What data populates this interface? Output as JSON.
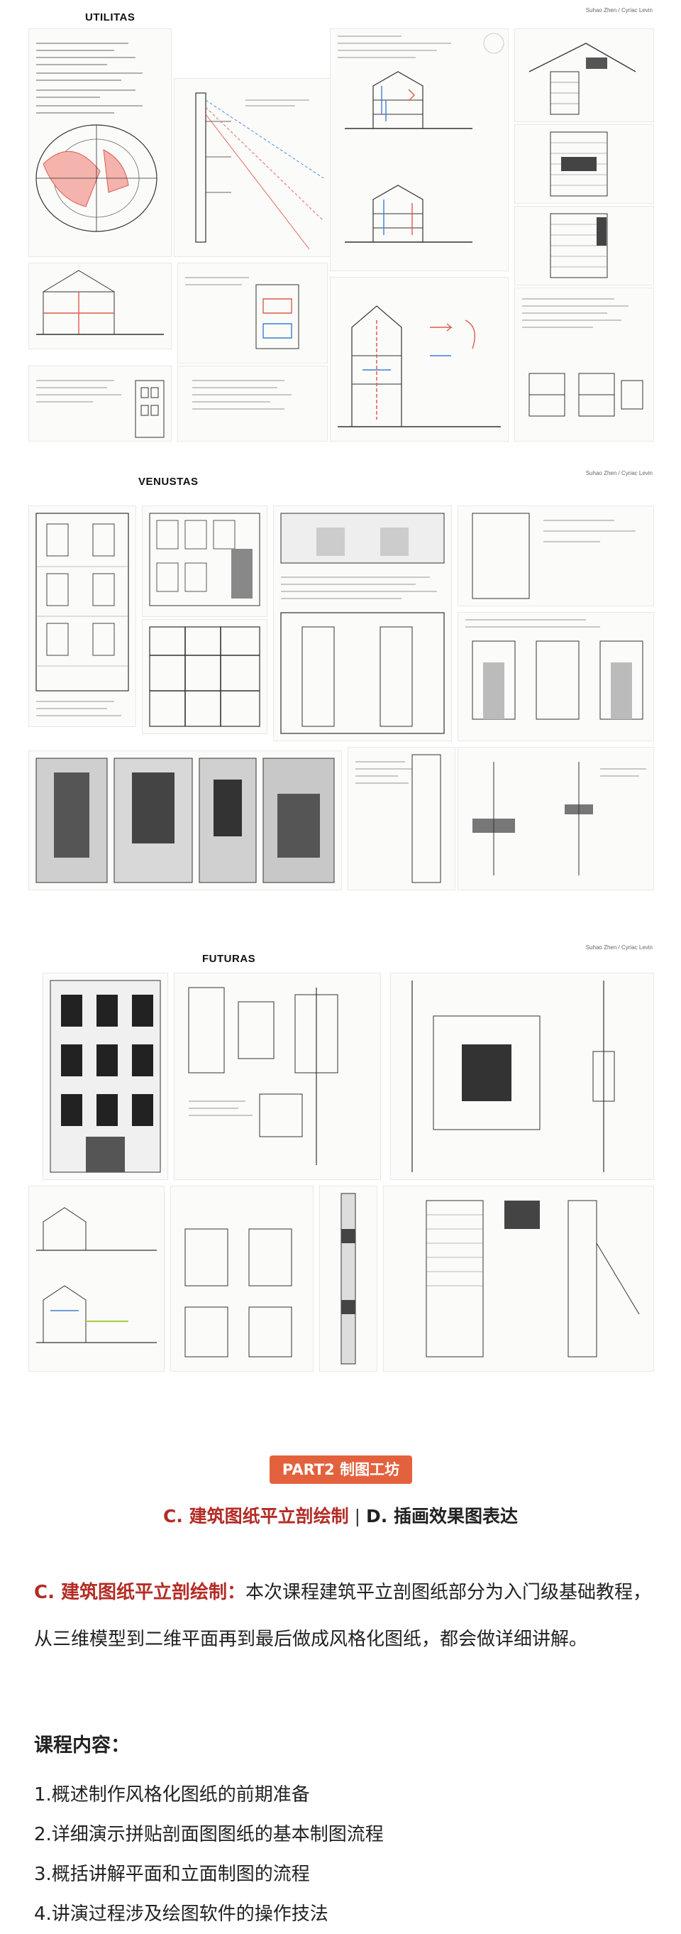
{
  "sheets": [
    {
      "title": "UTILITAS",
      "credit": "Suhao Zhen / Cyriac Levin"
    },
    {
      "title": "VENUSTAS",
      "credit": "Suhao Zhen / Cyriac Levin"
    },
    {
      "title": "FUTURAS",
      "credit": "Suhao Zhen / Cyriac Levin"
    }
  ],
  "badge": "PART2 制图工坊",
  "subtitle": {
    "part_c": "C. 建筑图纸平立剖绘制",
    "separator": "|",
    "part_d": "D. 插画效果图表达"
  },
  "description": {
    "lead": "C. 建筑图纸平立剖绘制：",
    "body": "本次课程建筑平立剖图纸部分为入门级基础教程，从三维模型到二维平面再到最后做成风格化图纸，都会做详细讲解。"
  },
  "content_heading": "课程内容：",
  "course_items": [
    "1.概述制作风格化图纸的前期准备",
    "2.详细演示拼贴剖面图图纸的基本制图流程",
    "3.概括讲解平面和立面制图的流程",
    "4.讲演过程涉及绘图软件的操作技法"
  ],
  "colors": {
    "badge_bg": "#e3623d",
    "accent_red": "#b32c26",
    "sketch_red": "#e05a4f",
    "sketch_blue": "#3b7fd6"
  }
}
